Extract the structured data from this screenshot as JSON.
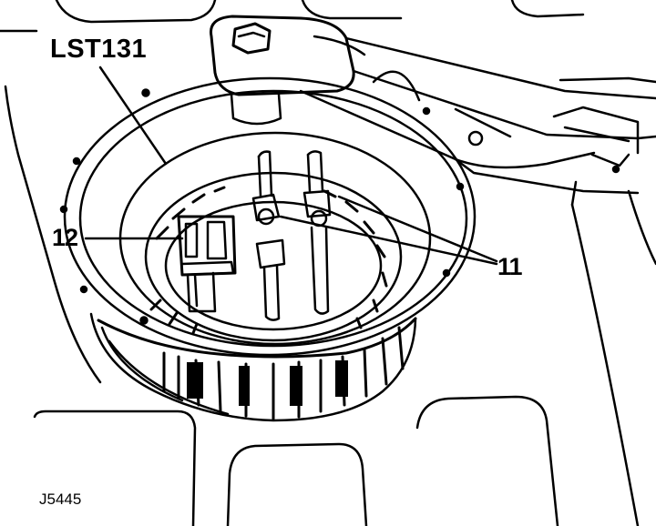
{
  "figure": {
    "figure_id": "J5445",
    "callouts": {
      "tool": "LST131",
      "connector": "12",
      "pipe_unions": "11"
    }
  },
  "colors": {
    "ink": "#000000",
    "paper": "#ffffff"
  }
}
